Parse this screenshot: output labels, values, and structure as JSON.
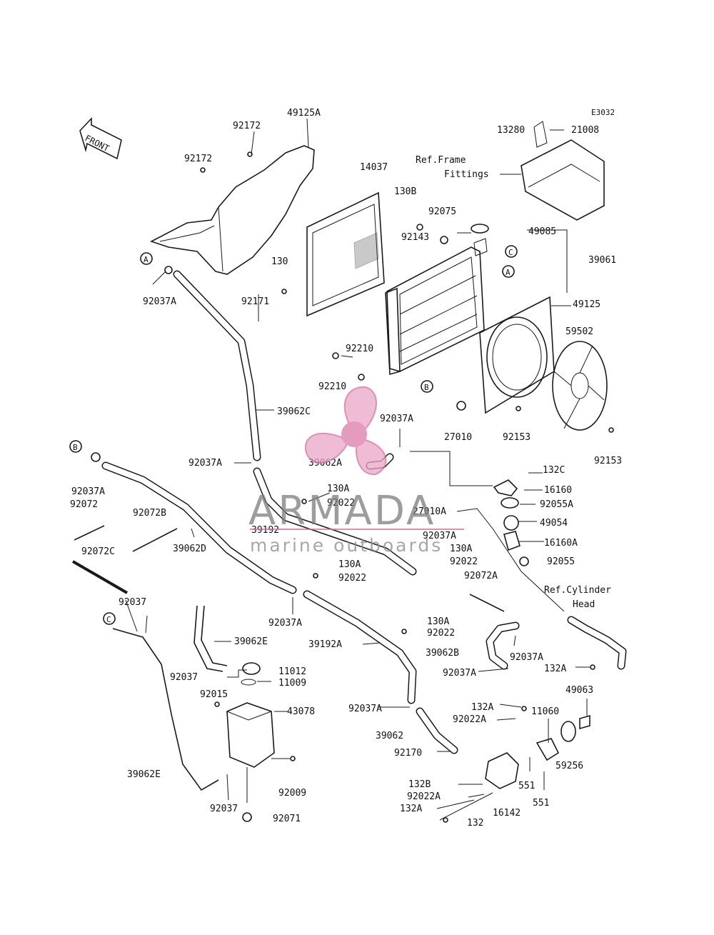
{
  "diagram": {
    "code": "E3032",
    "front_label": "FRONT",
    "notes": {
      "ref_frame_1": "Ref.Frame",
      "ref_frame_2": "Fittings",
      "ref_cyl_1": "Ref.Cylinder",
      "ref_cyl_2": "Head"
    },
    "markers": [
      "A",
      "B",
      "C"
    ],
    "part_labels": [
      "92172",
      "49125A",
      "92172",
      "14037",
      "130B",
      "13280",
      "21008",
      "92075",
      "92143",
      "49085",
      "39061",
      "130",
      "92037A",
      "92171",
      "49125",
      "59502",
      "92210",
      "92210",
      "27010",
      "92153",
      "92153",
      "39062C",
      "92037A",
      "39062A",
      "92037A",
      "132C",
      "16160",
      "92055A",
      "130A",
      "92022",
      "27010A",
      "49054",
      "39192",
      "92037A",
      "16160A",
      "92055",
      "130A",
      "92022",
      "92037A",
      "92072",
      "92072B",
      "39062D",
      "92072C",
      "130A",
      "92022",
      "92072A",
      "92037",
      "92037A",
      "130A",
      "92022",
      "39062E",
      "39192A",
      "39062B",
      "92037A",
      "92037A",
      "132A",
      "92037",
      "11012",
      "11009",
      "92015",
      "43078",
      "92037A",
      "132A",
      "92022A",
      "11060",
      "49063",
      "39062",
      "92170",
      "59256",
      "39062E",
      "92009",
      "132B",
      "92022A",
      "551",
      "551",
      "92037",
      "132A",
      "16142",
      "92071",
      "132"
    ]
  },
  "watermark": {
    "brand": "ARMADA",
    "tagline": "marine outboards"
  }
}
